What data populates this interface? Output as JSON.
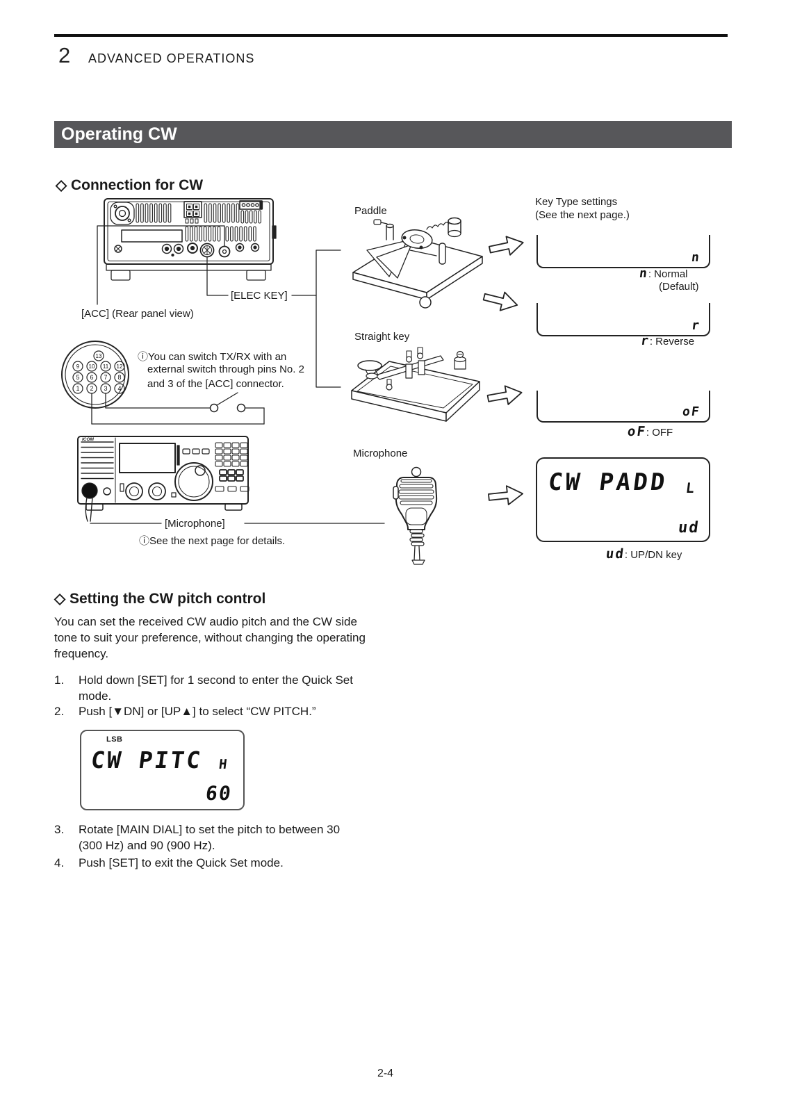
{
  "page": {
    "chapter_number": "2",
    "chapter_title": "ADVANCED OPERATIONS",
    "banner": "Operating CW",
    "page_number": "2-4"
  },
  "colors": {
    "banner_bg": "#57575a",
    "ink": "#1a1a1a"
  },
  "connection": {
    "heading": "◇ Connection for CW",
    "rear_label": "[ACC] (Rear panel view)",
    "elec_key_label": "[ELEC KEY]",
    "note_line1": "ⓘYou can switch TX/RX with an",
    "note_line2": "external switch through pins No. 2",
    "note_line3": "and 3 of the [ACC] connector.",
    "mic_jack_label": "[Microphone]",
    "mic_note": "ⓘSee the next page for details.",
    "paddle_label": "Paddle",
    "straight_key_label": "Straight key",
    "microphone_label": "Microphone",
    "acc_pins": [
      "1",
      "2",
      "3",
      "4",
      "5",
      "6",
      "7",
      "8",
      "9",
      "10",
      "11",
      "12",
      "13"
    ],
    "key_type": {
      "title_line1": "Key Type settings",
      "title_line2": "(See the next page.)",
      "normal_symbol": "n",
      "normal_caption": ": Normal",
      "normal_caption2": "(Default)",
      "reverse_symbol": "r",
      "reverse_caption": ": Reverse",
      "off_symbol": "oF",
      "off_caption": ": OFF",
      "display_main": "CW PADD",
      "display_small": "L",
      "ud_symbol": "ud",
      "ud_caption": ": UP/DN key"
    }
  },
  "pitch": {
    "heading": "◇ Setting the CW pitch control",
    "intro": "You can set the received CW audio pitch and the CW side tone to suit your preference, without changing the operating frequency.",
    "steps": [
      {
        "num": "1.",
        "text": "Hold down [SET] for 1 second to enter the Quick Set mode."
      },
      {
        "num": "2.",
        "text": "Push [▼DN] or [UP▲] to select “CW PITCH.”"
      },
      {
        "num": "3.",
        "text": "Rotate [MAIN DIAL] to set the pitch to between 30 (300 Hz) and 90 (900 Hz)."
      },
      {
        "num": "4.",
        "text": "Push [SET] to exit the Quick Set mode."
      }
    ],
    "lcd": {
      "mode": "LSB",
      "main": "CW PITC",
      "small": "H",
      "value": "60"
    }
  }
}
